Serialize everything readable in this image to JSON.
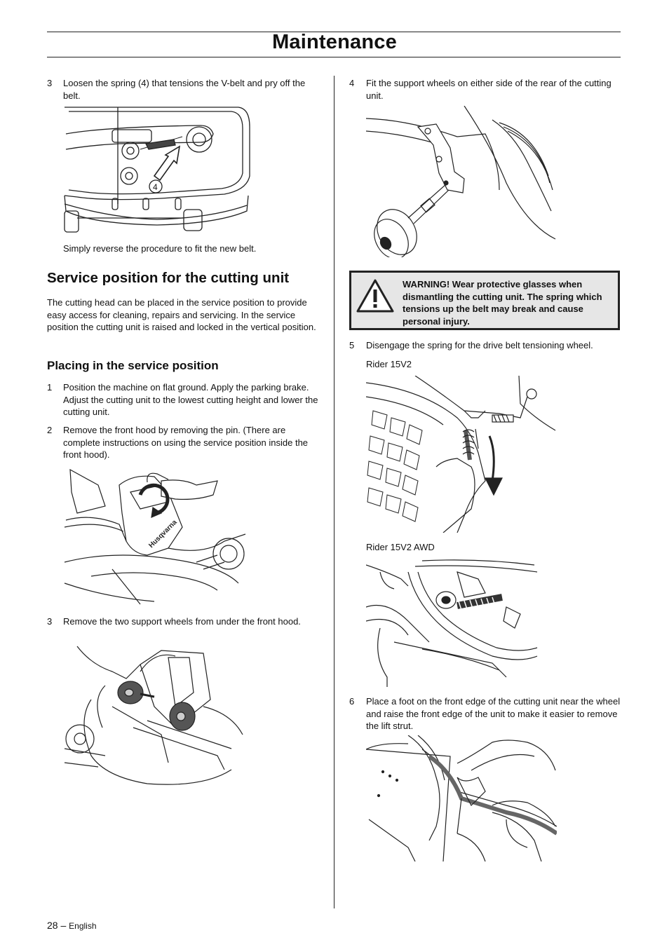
{
  "header": {
    "title": "Maintenance"
  },
  "left": {
    "step3a": {
      "num": "3",
      "text": "Loosen the spring (4) that tensions the V-belt and pry off the belt."
    },
    "fig1_callout": "4",
    "reverse_note": "Simply reverse the procedure to fit the new belt.",
    "section_title": "Service position for the cutting unit",
    "section_intro": "The cutting head can be placed in the service position to provide easy access for cleaning, repairs and servicing. In the service position the cutting unit is raised and locked in the vertical position.",
    "subsection_title": "Placing in the service position",
    "steps": [
      {
        "num": "1",
        "text": "Position the machine on flat ground. Apply the parking brake. Adjust the cutting unit to the lowest cutting height and lower the cutting unit."
      },
      {
        "num": "2",
        "text": "Remove the front hood by removing the pin. (There are complete instructions on using the service position inside the front hood)."
      },
      {
        "num": "3",
        "text": "Remove the two support wheels from under the front hood."
      }
    ],
    "fig2_logo": "Husqvarna"
  },
  "right": {
    "step4": {
      "num": "4",
      "text": "Fit the support wheels on either side of the rear of the cutting unit."
    },
    "warning": {
      "text": "WARNING! Wear protective glasses when dismantling the cutting unit. The spring which tensions up the belt may break and cause personal injury."
    },
    "step5": {
      "num": "5",
      "text": "Disengage the spring for the drive belt tensioning wheel."
    },
    "model_a": "Rider 15V2",
    "model_b": "Rider 15V2 AWD",
    "step6": {
      "num": "6",
      "text": "Place a foot on the front edge of the cutting unit near the wheel and raise the front edge of the unit to make it easier to remove the lift strut."
    }
  },
  "footer": {
    "page_number": "28 –",
    "language": "English"
  }
}
